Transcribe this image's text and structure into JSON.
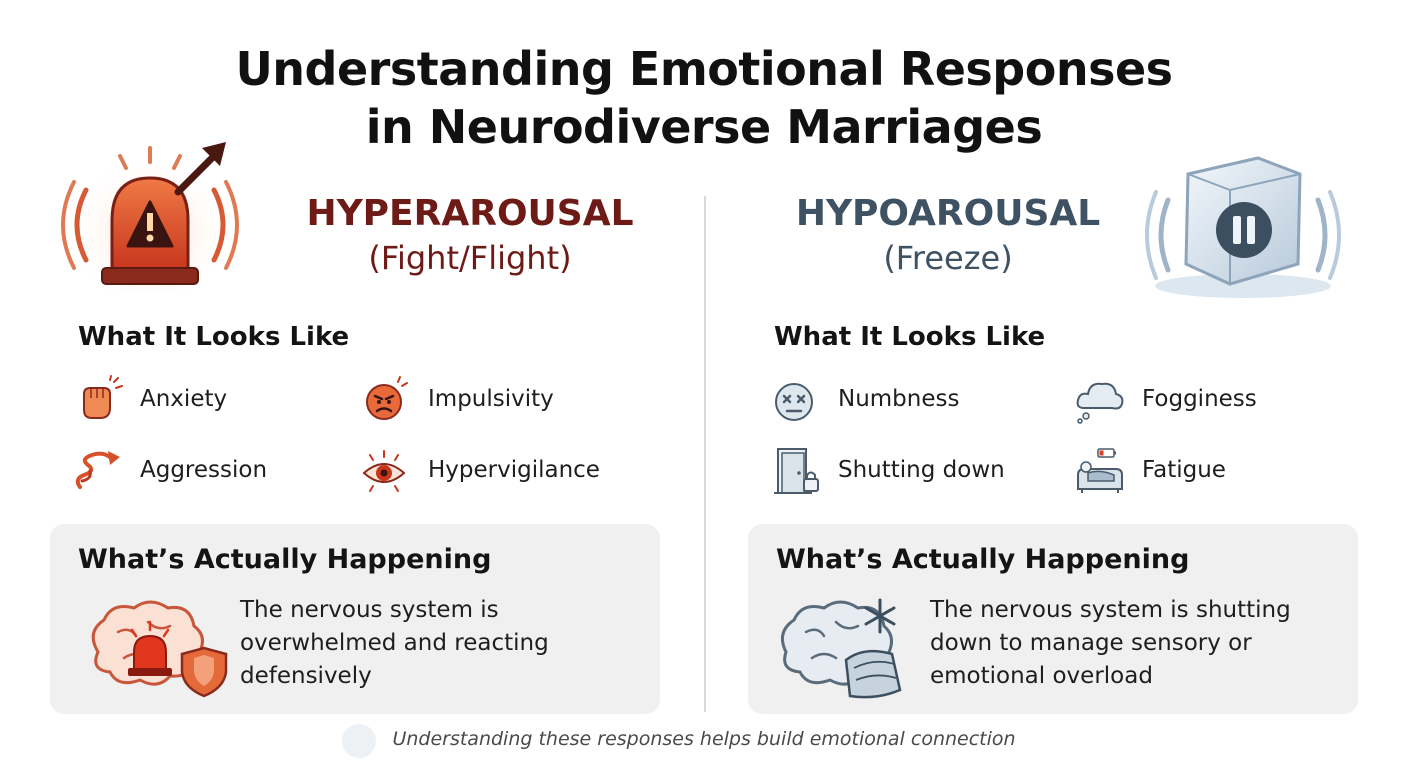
{
  "title_line1": "Understanding Emotional Responses",
  "title_line2": "in Neurodiverse Marriages",
  "colors": {
    "hyper": "#6e1a17",
    "hypo": "#3e5264",
    "accent_orange": "#e0562a",
    "ice": "#9fb4c8"
  },
  "hyper": {
    "heading": "HYPERAROUSAL",
    "subheading": "(Fight/Flight)",
    "icon": "alarm-siren-icon",
    "looks_title": "What It Looks Like",
    "symptoms": [
      {
        "label": "Anxiety",
        "icon": "clenched-fist-icon"
      },
      {
        "label": "Impulsivity",
        "icon": "angry-face-icon"
      },
      {
        "label": "Aggression",
        "icon": "spiral-arrow-icon"
      },
      {
        "label": "Hypervigilance",
        "icon": "alert-eye-icon"
      }
    ],
    "happening_title": "What’s Actually Happening",
    "happening_text": "The nervous system is overwhelmed and reacting defensively",
    "happening_icon": "brain-alarm-shield-icon"
  },
  "hypo": {
    "heading": "HYPOAROUSAL",
    "subheading": "(Freeze)",
    "icon": "ice-cube-pause-icon",
    "looks_title": "What It Looks Like",
    "symptoms": [
      {
        "label": "Numbness",
        "icon": "numb-face-icon"
      },
      {
        "label": "Fogginess",
        "icon": "fog-cloud-icon"
      },
      {
        "label": "Shutting down",
        "icon": "locked-door-icon"
      },
      {
        "label": "Fatigue",
        "icon": "tired-on-couch-icon"
      }
    ],
    "happening_title": "What’s Actually Happening",
    "happening_text": "The nervous system is shutting down to manage sensory or emotional overload",
    "happening_icon": "brain-snowflake-blanket-icon"
  },
  "footer": "Understanding these responses helps build emotional connection"
}
